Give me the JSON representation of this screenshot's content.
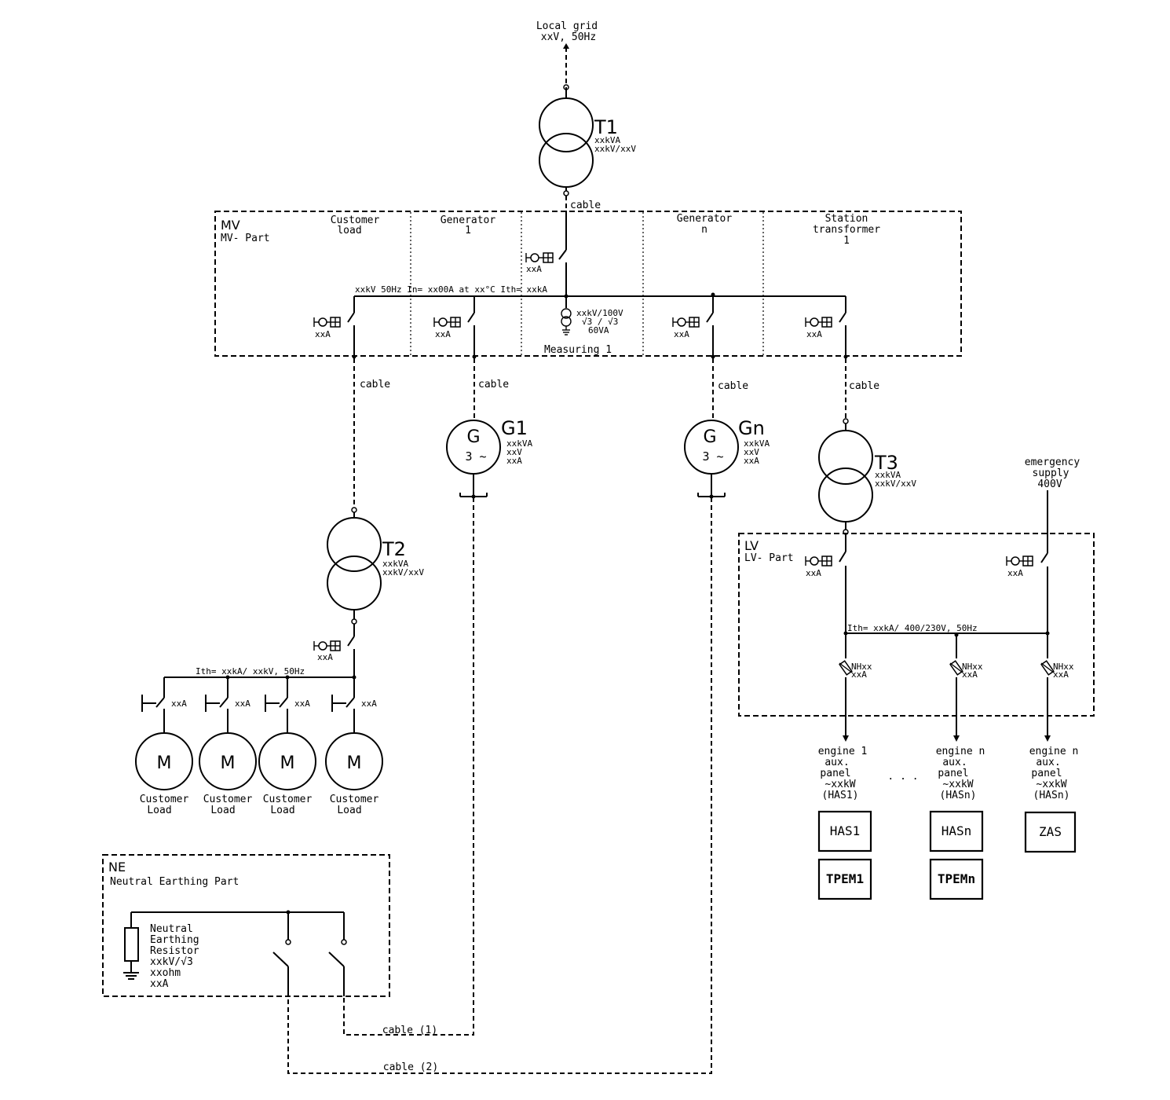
{
  "grid": {
    "line1": "Local grid",
    "line2": "xxV, 50Hz"
  },
  "t1": {
    "name": "T1",
    "rating1": "xxkVA",
    "rating2": "xxkV/xxV",
    "cable": "cable"
  },
  "mv": {
    "code": "MV",
    "title": "MV- Part",
    "sections": {
      "customer": [
        "Customer",
        "load"
      ],
      "gen1": [
        "Generator",
        "1"
      ],
      "genn": [
        "Generator",
        "n"
      ],
      "station": [
        "Station",
        "transformer",
        "1"
      ]
    },
    "busbar": "xxkV 50Hz In= xx00A at xx°C Ith= xxkA",
    "measuring": {
      "r1": "xxkV/100V",
      "r2": "√3 / √3",
      "r3": "60VA",
      "label": "Measuring 1"
    },
    "relay": "xxA",
    "cable": "cable"
  },
  "g1": {
    "name": "G1",
    "symbol": "G",
    "phase": "3  ~",
    "r1": "xxkVA",
    "r2": "xxV",
    "r3": "xxA"
  },
  "gn": {
    "name": "Gn",
    "symbol": "G",
    "phase": "3  ~",
    "r1": "xxkVA",
    "r2": "xxV",
    "r3": "xxA"
  },
  "t2": {
    "name": "T2",
    "rating1": "xxkVA",
    "rating2": "xxkV/xxV",
    "relay": "xxA"
  },
  "t3": {
    "name": "T3",
    "rating1": "xxkVA",
    "rating2": "xxkV/xxV"
  },
  "customer_bus": "Ith= xxkA/ xxkV, 50Hz",
  "motors": [
    {
      "symbol": "M",
      "breaker": "xxA",
      "l1": "Customer",
      "l2": "Load"
    },
    {
      "symbol": "M",
      "breaker": "xxA",
      "l1": "Customer",
      "l2": "Load"
    },
    {
      "symbol": "M",
      "breaker": "xxA",
      "l1": "Customer",
      "l2": "Load"
    },
    {
      "symbol": "M",
      "breaker": "xxA",
      "l1": "Customer",
      "l2": "Load"
    }
  ],
  "emergency": [
    "emergency",
    "supply",
    "400V"
  ],
  "lv": {
    "code": "LV",
    "title": "LV- Part",
    "busbar": "Ith= xxkA/ 400/230V, 50Hz",
    "relay": "xxA",
    "fuse": {
      "type": "NHxx",
      "rating": "xxA"
    }
  },
  "feeders": [
    {
      "lines": [
        "engine 1",
        "aux.",
        "panel",
        "~xxkW",
        "(HAS1)"
      ],
      "boxes": [
        "HAS1",
        "TPEM1"
      ]
    },
    {
      "lines": [
        "engine n",
        "aux.",
        "panel",
        "~xxkW",
        "(HASn)"
      ],
      "boxes": [
        "HASn",
        "TPEMn"
      ]
    },
    {
      "lines": [
        "engine n",
        "aux.",
        "panel",
        "~xxkW",
        "(HASn)"
      ],
      "boxes": [
        "ZAS"
      ]
    }
  ],
  "ellipsis": ". . .",
  "ne": {
    "code": "NE",
    "title": "Neutral Earthing Part",
    "resistor": [
      "Neutral",
      "Earthing",
      "Resistor",
      "xxkV/√3",
      "xxohm",
      "xxA"
    ]
  },
  "cables": {
    "c1": "cable (1)",
    "c2": "cable (2)"
  }
}
